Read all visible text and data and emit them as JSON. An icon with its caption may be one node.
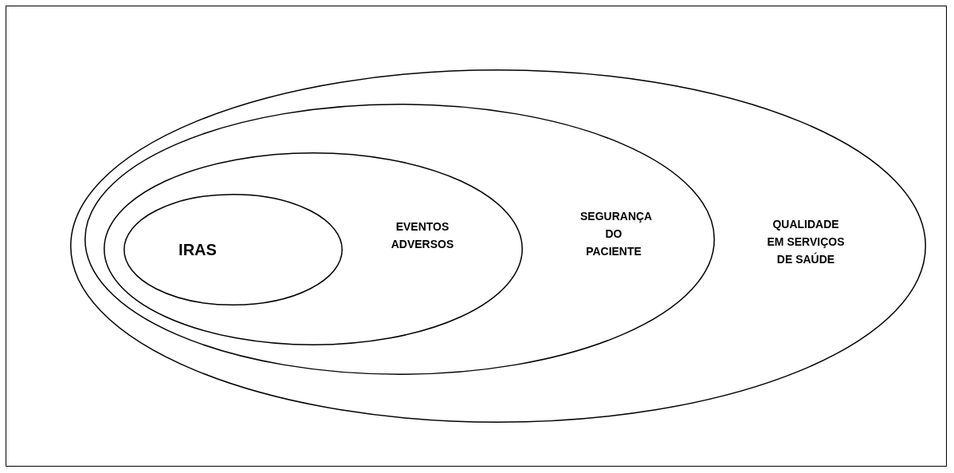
{
  "diagram": {
    "nodes": [
      {
        "text": [
          "QUALIDADE EM SERVIÇOS DE SAÚDE"
        ]
      },
      {
        "text": [
          "SEGURANÇA DO PACIENTE"
        ],
        "in": 0
      },
      {
        "text": [
          "EVENTOS ADVERSOS"
        ],
        "in": 1
      },
      {
        "text": [
          "IRAS"
        ],
        "in": 2
      }
    ]
  }
}
